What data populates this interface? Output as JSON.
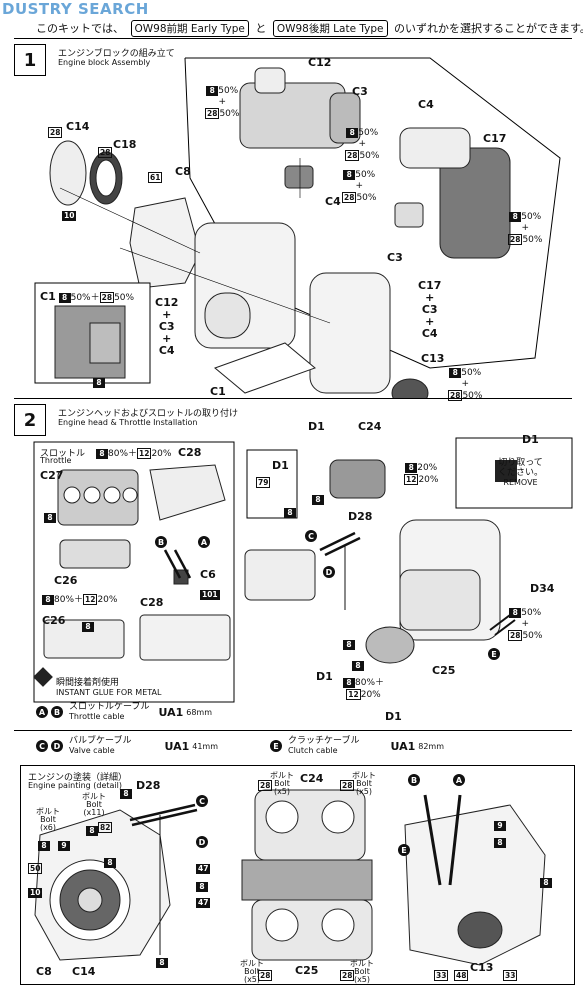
{
  "watermark": "DUSTRY SEARCH",
  "header": {
    "prefix": "このキットでは、",
    "early": "OW98前期 Early Type",
    "and": "と",
    "late": "OW98後期 Late Type",
    "suffix": "のいずれかを選択することができます。"
  },
  "step1": {
    "number": "1",
    "title_jp": "エンジンブロックの組み立て",
    "title_en": "Engine block Assembly",
    "labels": {
      "c12": "C12",
      "c3": "C3",
      "c4": "C4",
      "c17": "C17",
      "c14": "C14",
      "c18": "C18",
      "c8": "C8",
      "c1": "C1",
      "c13": "C13",
      "c12sum": "C12",
      "c3sum": "C3",
      "c4sum": "C4",
      "c17sum": "C17",
      "c3sum2": "C3",
      "c4sum2": "C4",
      "c3b": "C3",
      "c4b": "C4",
      "c1b": "C1"
    },
    "paint": {
      "p8": "8",
      "p28": "28",
      "p61": "61",
      "p10": "10",
      "pct50": "50%",
      "plus": "+",
      "c1mix": "50%＋",
      "c1mix2": "50%"
    }
  },
  "step2": {
    "number": "2",
    "title_jp": "エンジンヘッドおよびスロットルの取り付け",
    "title_en": "Engine head & Throttle Installation",
    "throttle_jp": "スロットル",
    "throttle_en": "Throttle",
    "labels": {
      "c27": "C27",
      "c28": "C28",
      "c26": "C26",
      "c6": "C6",
      "c24": "C24",
      "d1": "D1",
      "d28": "D28",
      "d34": "D34",
      "c25": "C25",
      "c26b": "C26",
      "c28b": "C28"
    },
    "remove_jp1": "切り取って",
    "remove_jp2": "ください。",
    "remove_en": "REMOVE",
    "glue_jp": "瞬間接着剤使用",
    "glue_en": "INSTANT GLUE FOR METAL",
    "mix1": "80%＋",
    "mix2": "20%",
    "paint": {
      "p8": "8",
      "p12": "12",
      "p79": "79",
      "p101": "101",
      "p28": "28"
    }
  },
  "cables": {
    "ab_jp": "スロットルケーブル",
    "ab_en": "Throttle cable",
    "ab_code": "UA1",
    "ab_len": "68mm",
    "cd_jp": "バルブケーブル",
    "cd_en": "Valve cable",
    "cd_code": "UA1",
    "cd_len": "41mm",
    "e_jp": "クラッチケーブル",
    "e_en": "Clutch cable",
    "e_code": "UA1",
    "e_len": "82mm",
    "a": "A",
    "b": "B",
    "c": "C",
    "d": "D",
    "e": "E"
  },
  "detail": {
    "title_jp": "エンジンの塗装（詳細）",
    "title_en": "Engine painting (detail)",
    "bolt_jp": "ボルト",
    "bolt_en": "Bolt",
    "x6": "(x6)",
    "x11": "(x11)",
    "x5": "(x5)",
    "labels": {
      "d28": "D28",
      "c8": "C8",
      "c14": "C14",
      "c24": "C24",
      "c25": "C25",
      "c13": "C13"
    },
    "paint": {
      "p8": "8",
      "p9": "9",
      "p82": "82",
      "p50": "50",
      "p10": "10",
      "p47": "47",
      "p28": "28",
      "p48": "48",
      "p33": "33"
    }
  },
  "colors": {
    "ink": "#111111",
    "part": "#d9d9d9",
    "watermark": "#6aa6d8"
  }
}
